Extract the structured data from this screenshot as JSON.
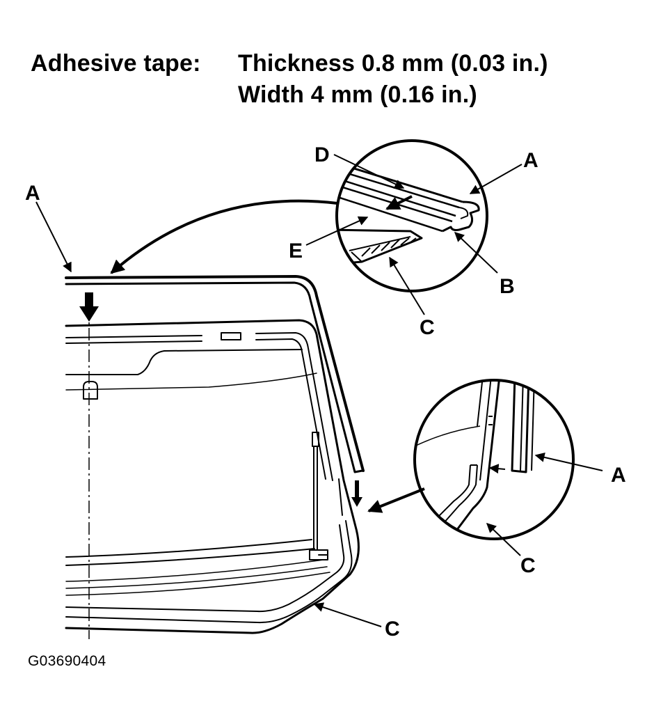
{
  "spec": {
    "label": "Adhesive tape:",
    "thickness": "Thickness 0.8 mm (0.03 in.)",
    "width": "Width 4 mm (0.16 in.)"
  },
  "callouts": {
    "main_a": "A",
    "main_c": "C",
    "top_a": "A",
    "top_b": "B",
    "top_c": "C",
    "top_d": "D",
    "top_e": "E",
    "side_a": "A",
    "side_c": "C"
  },
  "figure_code": "G03690404"
}
